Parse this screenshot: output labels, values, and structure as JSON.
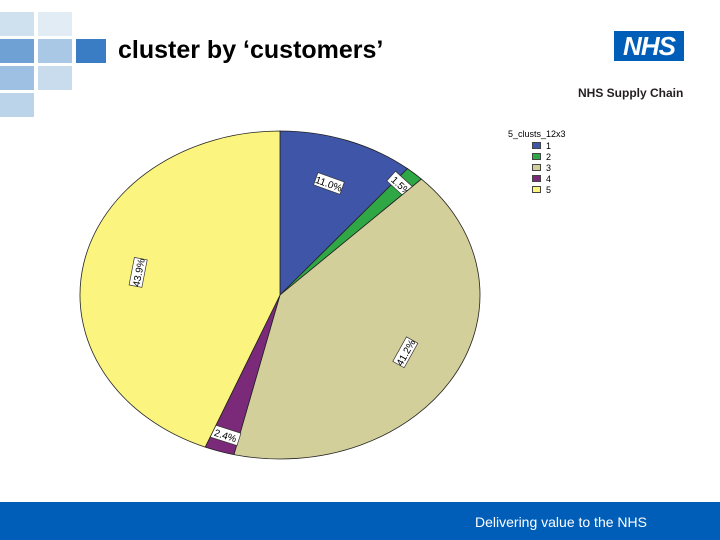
{
  "slide": {
    "title": "cluster by ‘customers’",
    "footer": "Delivering value to the NHS"
  },
  "brand": {
    "logo_text": "NHS",
    "logo_subtitle": "NHS Supply Chain",
    "logo_color": "#005eb8"
  },
  "chart_data": {
    "type": "pie",
    "legend_title": "5_clusts_12x3",
    "legend_placement": "top-right",
    "categories": [
      "1",
      "2",
      "3",
      "4",
      "5"
    ],
    "values": [
      11.0,
      1.5,
      41.2,
      2.4,
      43.9
    ],
    "labels": [
      "11.0%",
      "1.5%",
      "41.2%",
      "2.4%",
      "43.9%"
    ],
    "colors": [
      "#3f55a8",
      "#2fa745",
      "#d3cf9b",
      "#7a2a78",
      "#fbf47e"
    ]
  }
}
